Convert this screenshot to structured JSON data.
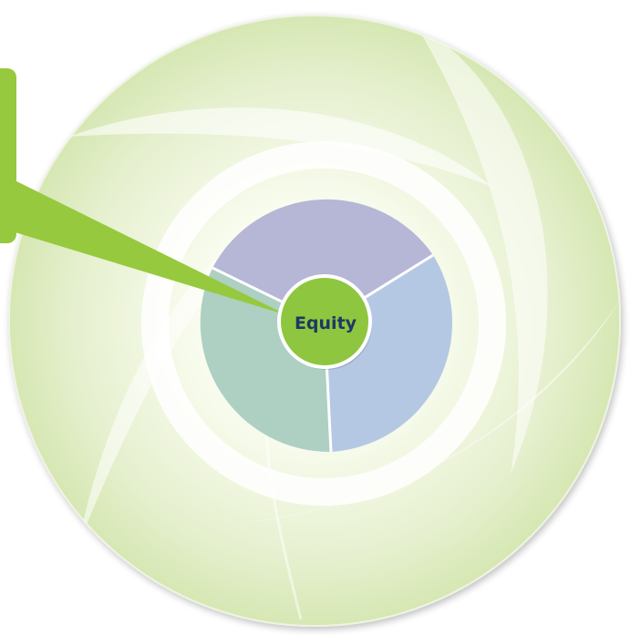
{
  "diagram": {
    "hub": {
      "label": "Equity"
    },
    "segments": [
      {
        "name": "top-segment",
        "color": "#b6b6d6"
      },
      {
        "name": "right-segment",
        "color": "#b5c8e3"
      },
      {
        "name": "left-segment",
        "color": "#add0c2"
      }
    ],
    "colors": {
      "hub_fill": "#8ec63f",
      "hub_label": "#1f3763",
      "callout_fill": "#96c93d",
      "halo_light": "#fbfdf5",
      "halo_outer": "#d2e4ad"
    }
  }
}
